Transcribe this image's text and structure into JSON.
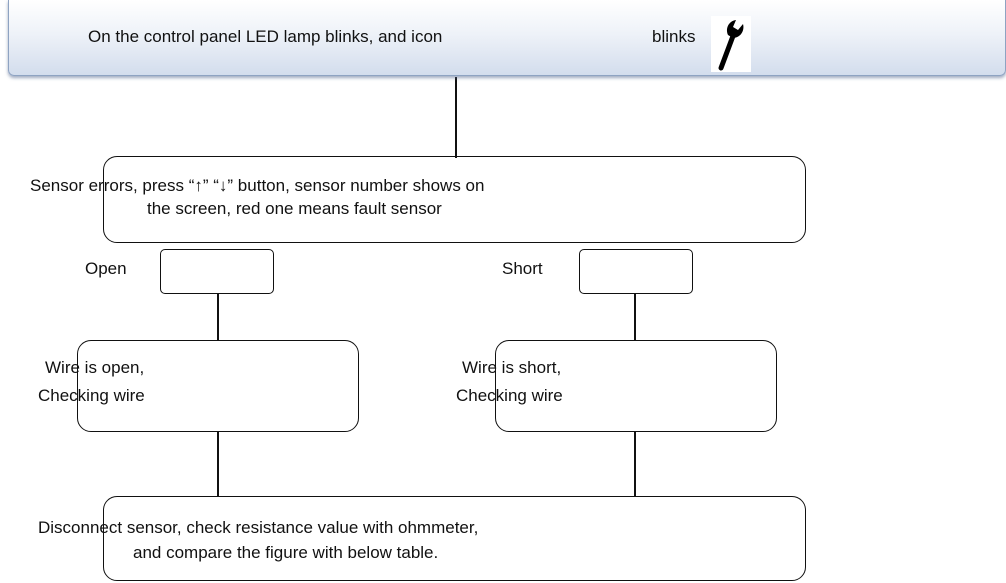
{
  "banner": {
    "text_main": "On the control panel LED lamp blinks, and icon",
    "text_tail": "blinks",
    "icon": "wrench-icon"
  },
  "sensor_box": {
    "line1": "Sensor errors, press “↑” “↓” button, sensor number shows on",
    "line2": "the screen, red one means fault sensor"
  },
  "branches": {
    "left_label": "Open",
    "right_label": "Short"
  },
  "open_box": {
    "line1": "Wire is open,",
    "line2": "Checking wire"
  },
  "short_box": {
    "line1": "Wire is short,",
    "line2": "Checking wire"
  },
  "final_box": {
    "line1": "Disconnect sensor, check resistance value with ohmmeter,",
    "line2": "and compare the figure with below table."
  }
}
